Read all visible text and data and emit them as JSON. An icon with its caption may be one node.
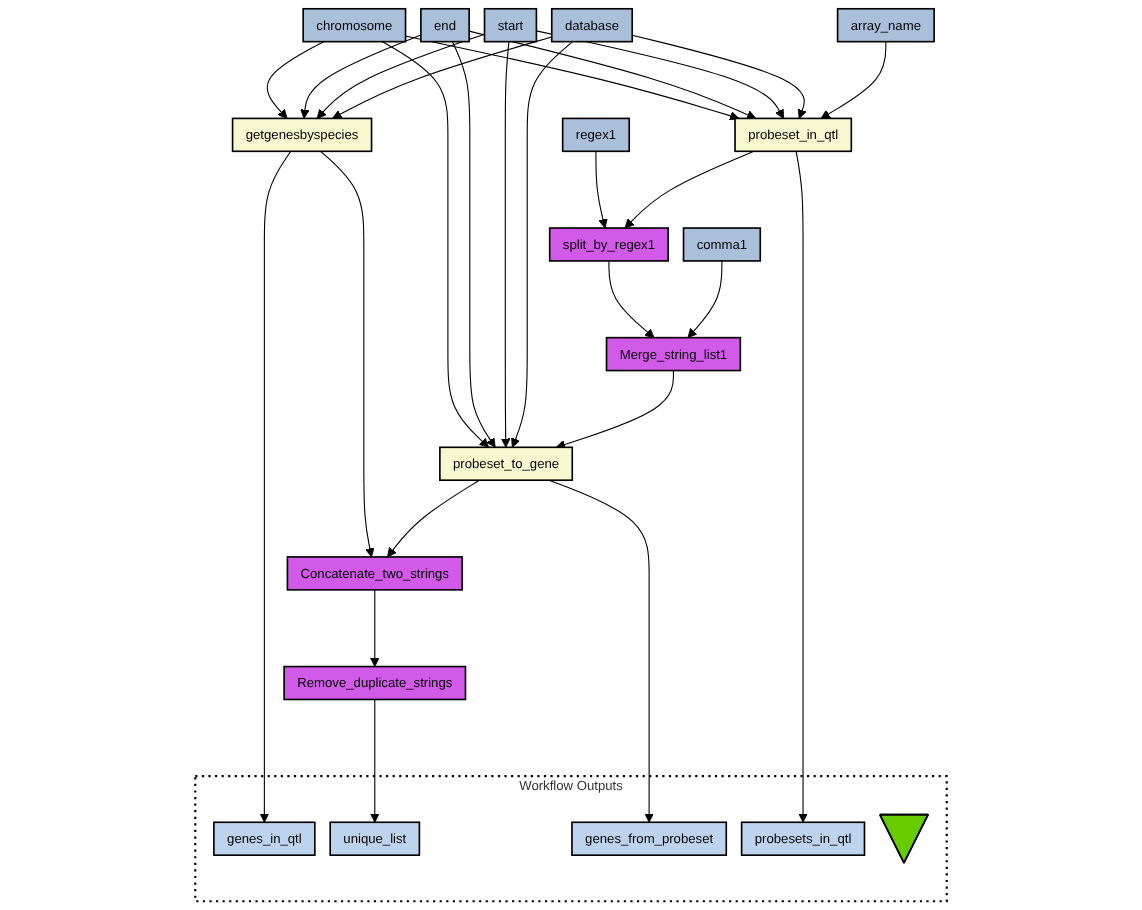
{
  "diagram": {
    "nodes": [
      {
        "text": [
          "chromosome"
        ]
      },
      {
        "text": [
          "end"
        ]
      },
      {
        "text": [
          "start"
        ]
      },
      {
        "text": [
          "database"
        ]
      },
      {
        "text": [
          "array_name"
        ]
      },
      {
        "text": [
          "getgenesbyspecies"
        ]
      },
      {
        "text": [
          "regex1"
        ]
      },
      {
        "text": [
          "probeset_in_qtl"
        ]
      },
      {
        "text": [
          "split_by_regex1"
        ]
      },
      {
        "text": [
          "comma1"
        ]
      },
      {
        "text": [
          "Merge_string_list1"
        ]
      },
      {
        "text": [
          "probeset_to_gene"
        ]
      },
      {
        "text": [
          "Concatenate_two_strings"
        ]
      },
      {
        "text": [
          "Remove_duplicate_strings"
        ]
      },
      {
        "text": [
          "Workflow Outputs"
        ]
      },
      {
        "text": [
          "genes_in_qtl"
        ],
        "in": 14
      },
      {
        "text": [
          "unique_list"
        ],
        "in": 14
      },
      {
        "text": [
          "genes_from_probeset"
        ],
        "in": 14
      },
      {
        "text": [
          "probesets_in_qtl"
        ],
        "in": 14
      },
      {
        "text": [],
        "shape": "triangle",
        "in": 14
      }
    ],
    "edges": [
      {
        "from": 0,
        "to": 5,
        "arrow": "to"
      },
      {
        "from": 1,
        "to": 5,
        "arrow": "to"
      },
      {
        "from": 2,
        "to": 5,
        "arrow": "to"
      },
      {
        "from": 3,
        "to": 5,
        "arrow": "to"
      },
      {
        "from": 0,
        "to": 7,
        "arrow": "to"
      },
      {
        "from": 1,
        "to": 7,
        "arrow": "to"
      },
      {
        "from": 2,
        "to": 7,
        "arrow": "to"
      },
      {
        "from": 3,
        "to": 7,
        "arrow": "to"
      },
      {
        "from": 4,
        "to": 7,
        "arrow": "to"
      },
      {
        "from": 0,
        "to": 11,
        "arrow": "to"
      },
      {
        "from": 1,
        "to": 11,
        "arrow": "to"
      },
      {
        "from": 2,
        "to": 11,
        "arrow": "to"
      },
      {
        "from": 3,
        "to": 11,
        "arrow": "to"
      },
      {
        "from": 6,
        "to": 8,
        "arrow": "to"
      },
      {
        "from": 7,
        "to": 8,
        "arrow": "to"
      },
      {
        "from": 8,
        "to": 10,
        "arrow": "to"
      },
      {
        "from": 9,
        "to": 10,
        "arrow": "to"
      },
      {
        "from": 10,
        "to": 11,
        "arrow": "to"
      },
      {
        "from": 5,
        "to": 15,
        "arrow": "to"
      },
      {
        "from": 5,
        "to": 12,
        "arrow": "to"
      },
      {
        "from": 11,
        "to": 12,
        "arrow": "to"
      },
      {
        "from": 11,
        "to": 17,
        "arrow": "to"
      },
      {
        "from": 7,
        "to": 18,
        "arrow": "to"
      },
      {
        "from": 12,
        "to": 13,
        "arrow": "to"
      },
      {
        "from": 13,
        "to": 16,
        "arrow": "to"
      }
    ]
  }
}
